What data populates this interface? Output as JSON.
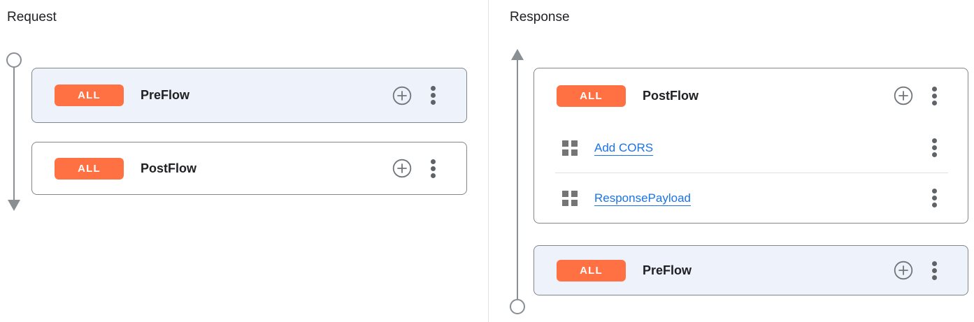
{
  "colors": {
    "accent_orange": "#ff7043",
    "badge_text": "#ffffff",
    "link_blue": "#1a73e8",
    "selected_card_bg": "#eef2fb",
    "card_bg": "#ffffff",
    "card_border": "#80868b",
    "text_primary": "#202124",
    "icon_gray": "#5f6368",
    "grid_icon_gray": "#757575",
    "timeline_gray": "#8a8f94",
    "divider_gray": "#e0e0e0",
    "panel_divider": "#e3e3e3"
  },
  "icons": {
    "add_policy": "plus-in-circle",
    "more_options": "kebab-vertical-3-dots",
    "policy": "grid-2x2-squares",
    "request_direction": "arrow-down-with-start-circle",
    "response_direction": "arrow-up-with-end-circle"
  },
  "request": {
    "title": "Request",
    "flows": [
      {
        "badge": "ALL",
        "name": "PreFlow",
        "selected": true
      },
      {
        "badge": "ALL",
        "name": "PostFlow",
        "selected": false
      }
    ]
  },
  "response": {
    "title": "Response",
    "flows": [
      {
        "badge": "ALL",
        "name": "PostFlow",
        "selected": false,
        "policies": [
          "Add CORS",
          "ResponsePayload"
        ]
      },
      {
        "badge": "ALL",
        "name": "PreFlow",
        "selected": true
      }
    ]
  }
}
